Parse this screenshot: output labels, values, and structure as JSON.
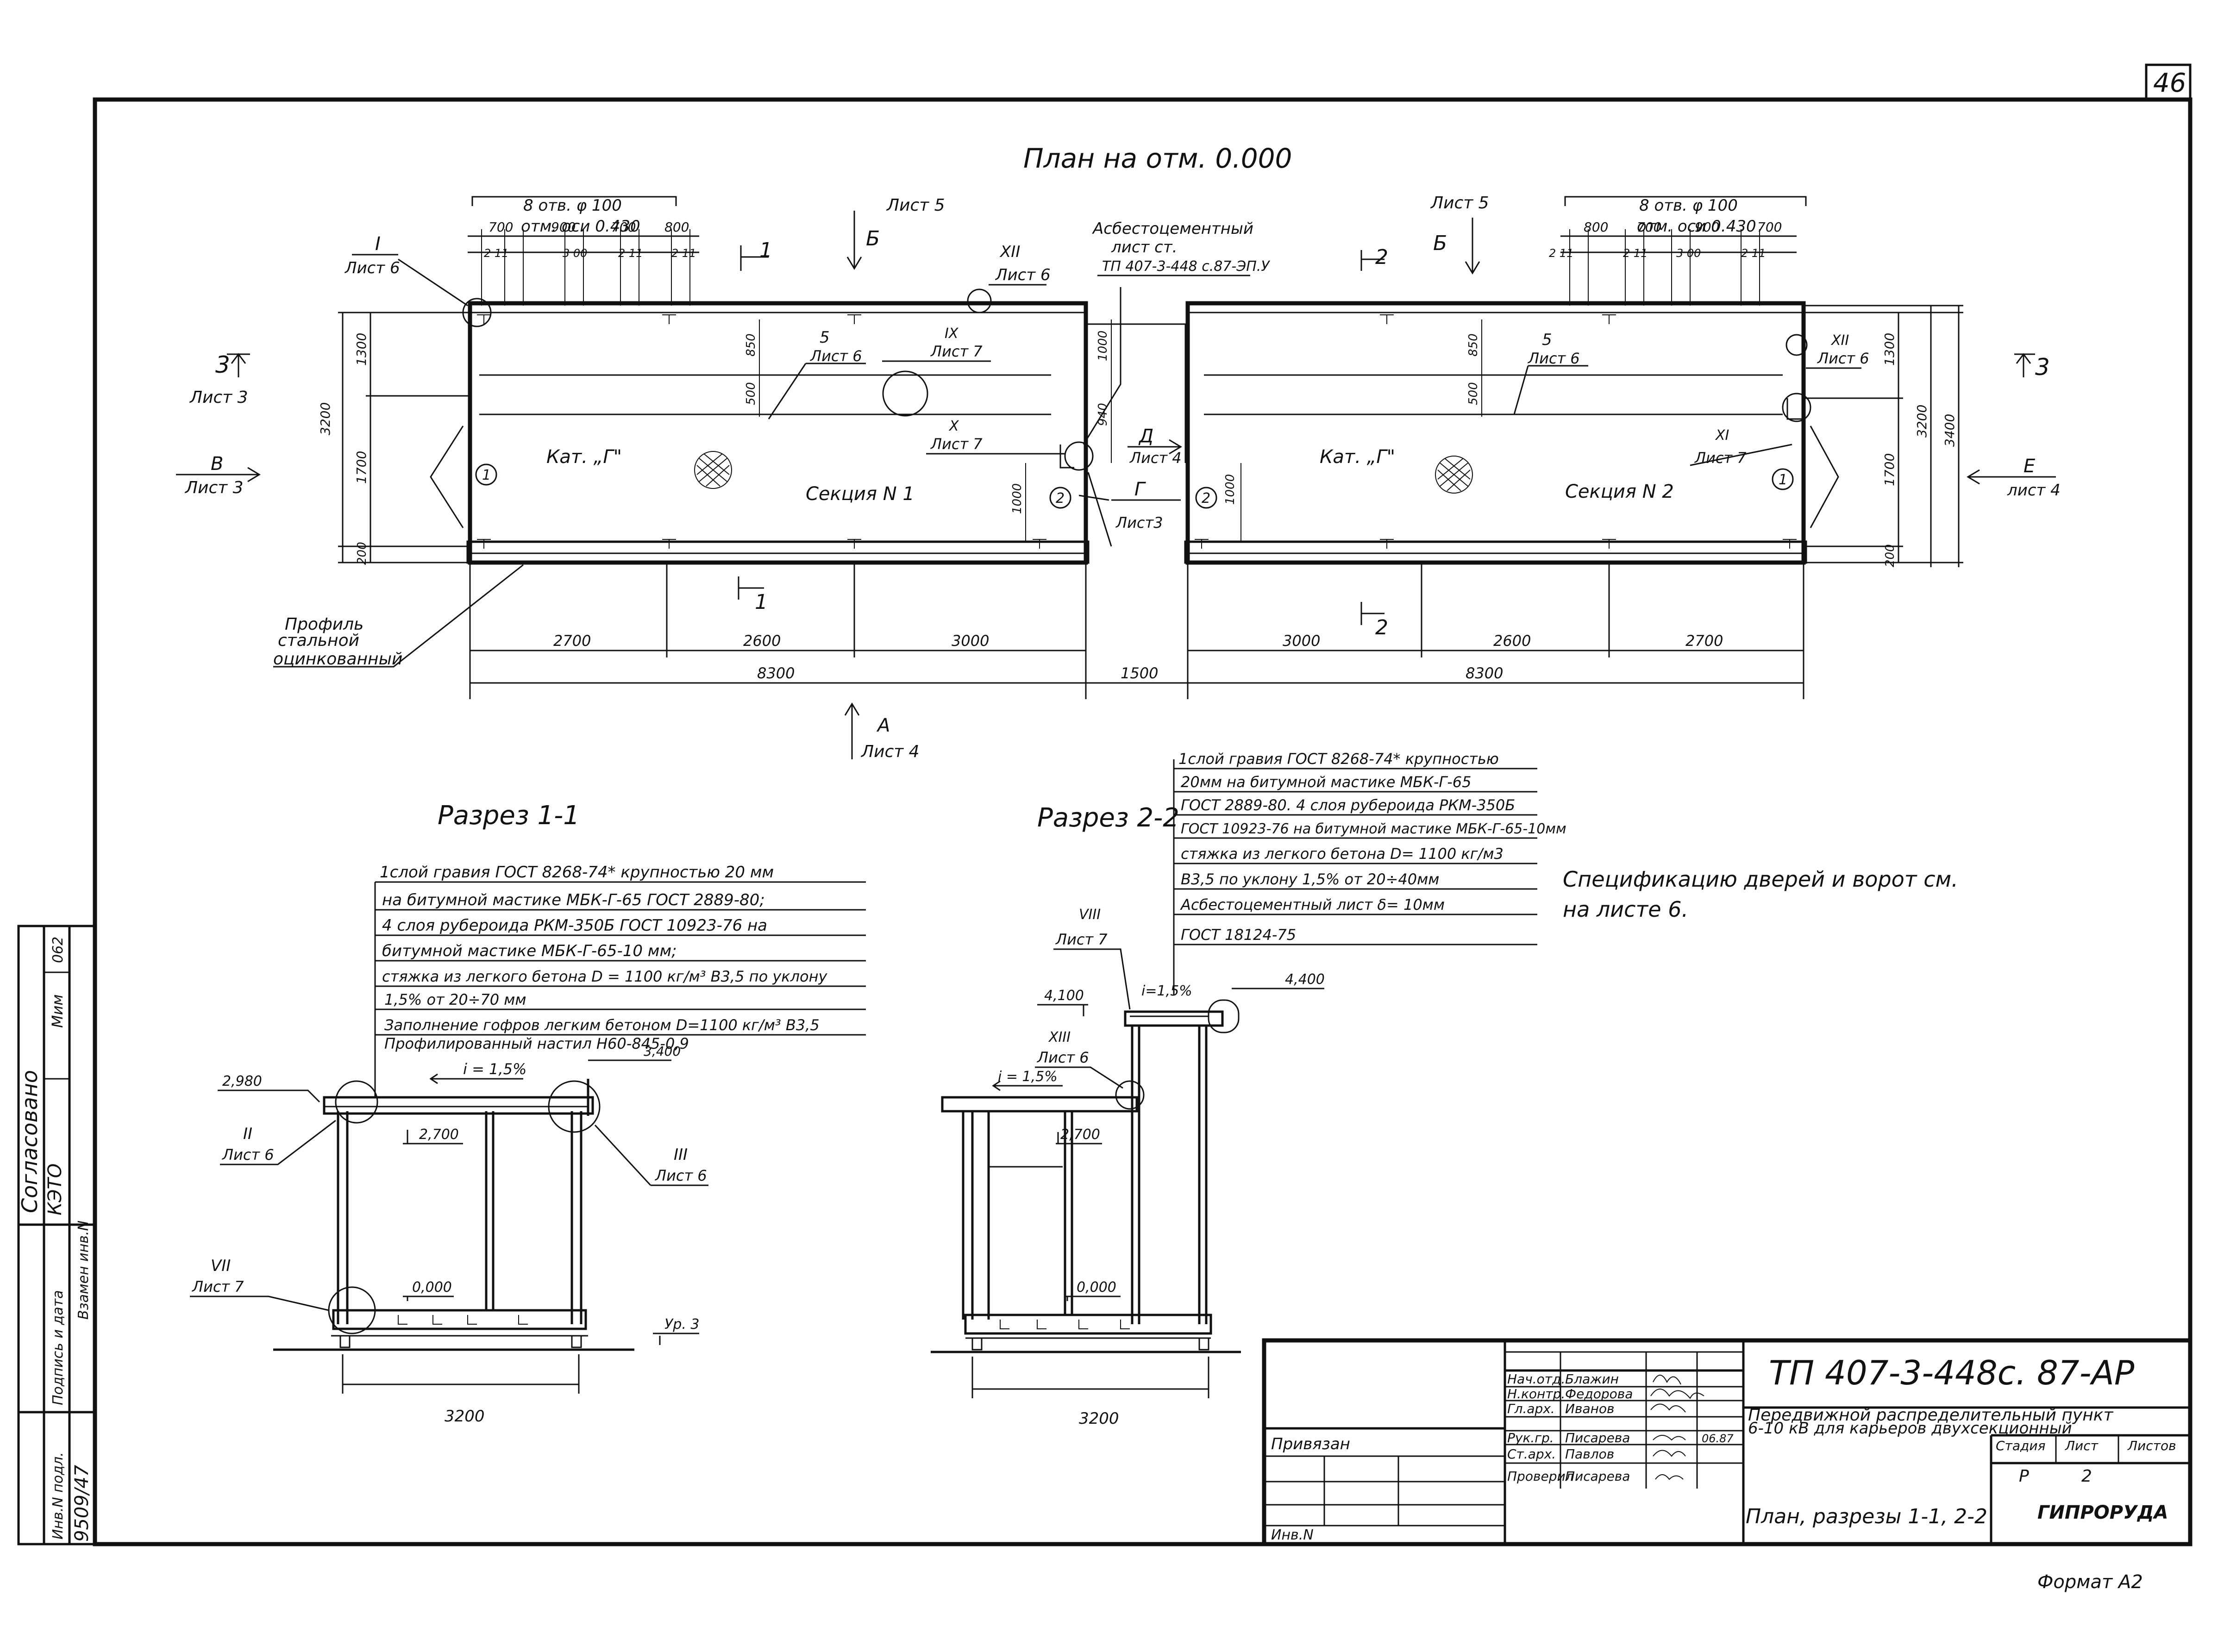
{
  "sheet": {
    "page_number": "46",
    "format": "Формат А2"
  },
  "plan": {
    "title": "План на отм. 0.000",
    "holes_note_1": "8 отв. φ 100",
    "holes_note_2": "отм. оси 0.430",
    "left_top_dims": [
      "700",
      "900",
      "700",
      "800"
    ],
    "left_top_small": [
      "2 11",
      "3 00",
      "2 11",
      "2 11"
    ],
    "right_top_dims": [
      "800",
      "700",
      "900",
      "700"
    ],
    "right_top_small": [
      "2 11",
      "2 11",
      "3 00",
      "2 11"
    ],
    "asbestos_label_1": "Асбестоцементный",
    "asbestos_label_2": "лист    ст.",
    "asbestos_label_3": "ТП 407-3-448 с.87-ЭП.У",
    "profile_label": [
      "Профиль",
      "стальной",
      "оцинкованный"
    ],
    "section1_label": "Секция N 1",
    "section2_label": "Секция N 2",
    "category_label": "Кат. „Г\"",
    "bottom_dims_left": [
      "2700",
      "2600",
      "3000"
    ],
    "bottom_dims_right": [
      "3000",
      "2600",
      "2700"
    ],
    "overall_left": "8300",
    "gap": "1500",
    "overall_right": "8300",
    "vert_dims_left": [
      "1300",
      "1700",
      "200"
    ],
    "vert_total_left": "3200",
    "vert_dims_right": [
      "1300",
      "1700",
      "200"
    ],
    "vert_total_right": "3200",
    "vert_outer_right": "3400",
    "inner_dims": [
      "850",
      "500",
      "1000",
      "940",
      "1000",
      "1000",
      "850",
      "500"
    ],
    "refs": {
      "I": "I",
      "list6": "Лист 6",
      "list3": "Лист 3",
      "list4": "Лист 4",
      "list5": "Лист 5",
      "list7": "Лист 7",
      "B_cyr": "Б",
      "V": "В",
      "G": "Г",
      "D": "Д",
      "E": "Е",
      "A": "А",
      "XII": "XII",
      "IX": "IX",
      "X": "X",
      "XI": "XI",
      "n5": "5",
      "n1": "1",
      "n2": "2",
      "n3": "3",
      "circ1": "1",
      "circ2": "2",
      "list4_lower": "лист 4",
      "list3_alt": "Лист3"
    }
  },
  "section11": {
    "title": "Разрез 1-1",
    "layers": [
      "1слой гравия ГОСТ 8268-74* крупностью 20 мм",
      "на битумной мастике МБК-Г-65 ГОСТ 2889-80;",
      "4 слоя рубероида РКМ-350Б ГОСТ 10923-76 на",
      "битумной мастике МБК-Г-65-10 мм;",
      "стяжка из легкого бетона D = 1100 кг/м³ В3,5 по уклону",
      "1,5% от 20÷70 мм",
      "Заполнение гофров легким бетоном D=1100 кг/м³ В3,5",
      "Профилированный настил Н60-845-0,9"
    ],
    "marks": [
      "2,980",
      "3,400",
      "2,700",
      "0,000",
      "Ур. 3"
    ],
    "slope": "i = 1,5%",
    "width": "3200",
    "refs": [
      "II",
      "Лист 6",
      "III",
      "Лист 6",
      "VII",
      "Лист 7"
    ]
  },
  "section22": {
    "title": "Разрез 2-2",
    "layers": [
      "1слой гравия ГОСТ 8268-74* крупностью",
      "20мм на битумной мастике МБК-Г-65",
      "ГОСТ 2889-80. 4 слоя рубероида РКМ-350Б",
      "ГОСТ 10923-76 на битумной мастике МБК-Г-65-10мм",
      "стяжка из легкого бетона D= 1100 кг/м3",
      "В3,5 по уклону 1,5% от 20÷40мм",
      "Асбестоцементный лист δ= 10мм",
      "ГОСТ 18124-75"
    ],
    "marks": [
      "4,100",
      "4,400",
      "2,700",
      "0,000"
    ],
    "slope": "i=1,5%",
    "slope2": "i = 1,5%",
    "width": "3200",
    "refs": [
      "VIII",
      "Лист 7",
      "XIII",
      "Лист 6"
    ]
  },
  "spec_note": [
    "Спецификацию дверей и ворот см.",
    "на листе 6."
  ],
  "side_stamp": {
    "agreed": "Согласовано",
    "org": "КЭТО",
    "sign": "Мим",
    "code": "062",
    "labels": [
      "Инв.N подл.",
      "Подпись и дата",
      "Взамен инв.N"
    ],
    "inv_number": "9509/47"
  },
  "title_block": {
    "code": "ТП 407-3-448с. 87-АР",
    "desc_1": "Передвижной распределительный пункт",
    "desc_2": "6-10 кВ для карьеров двухсекционный",
    "sheet_title": "План, разрезы 1-1, 2-2",
    "org": "ГИПРОРУДА",
    "stage_header": "Стадия",
    "sheet_header": "Лист",
    "sheets_header": "Листов",
    "stage": "Р",
    "sheet": "2",
    "bound": "Привязан",
    "inv": "Инв.N",
    "date": "06.87",
    "roles": [
      {
        "role": "Нач.отд.",
        "name": "Блажин"
      },
      {
        "role": "Н.контр.",
        "name": "Федорова"
      },
      {
        "role": "Гл.арх.",
        "name": "Иванов"
      },
      {
        "role": "Рук.гр.",
        "name": "Писарева"
      },
      {
        "role": "Ст.арх.",
        "name": "Павлов"
      },
      {
        "role": "Проверил",
        "name": "Писарева"
      }
    ]
  }
}
